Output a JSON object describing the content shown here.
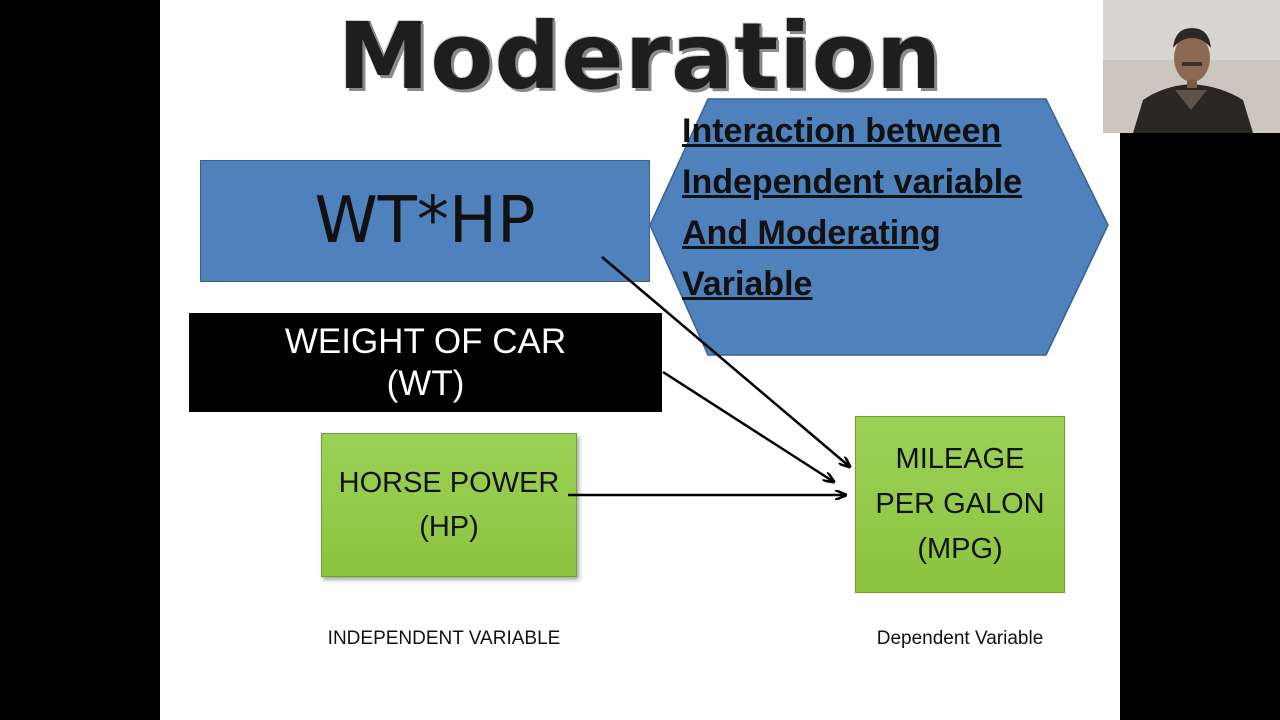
{
  "slide": {
    "title": "Moderation",
    "interaction_box": {
      "text": "WT*HP"
    },
    "moderator_box": {
      "line1": "WEIGHT OF CAR",
      "line2": "(WT)"
    },
    "independent_box": {
      "line1": "HORSE POWER",
      "line2": "(HP)"
    },
    "dependent_box": {
      "line1": "MILEAGE",
      "line2": "PER GALON",
      "line3": "(MPG)"
    },
    "callout": {
      "line1": "Interaction between",
      "line2": "Independent variable",
      "line3": "And Moderating",
      "line4": "Variable"
    },
    "captions": {
      "independent": "INDEPENDENT VARIABLE",
      "dependent": "Dependent Variable"
    }
  },
  "colors": {
    "interaction_fill": "#4f81bd",
    "moderator_fill": "#000000",
    "variable_fill": "#92c84b",
    "background": "#ffffff",
    "frame": "#000000"
  },
  "webcam": {
    "icon": "presenter-video-feed"
  }
}
